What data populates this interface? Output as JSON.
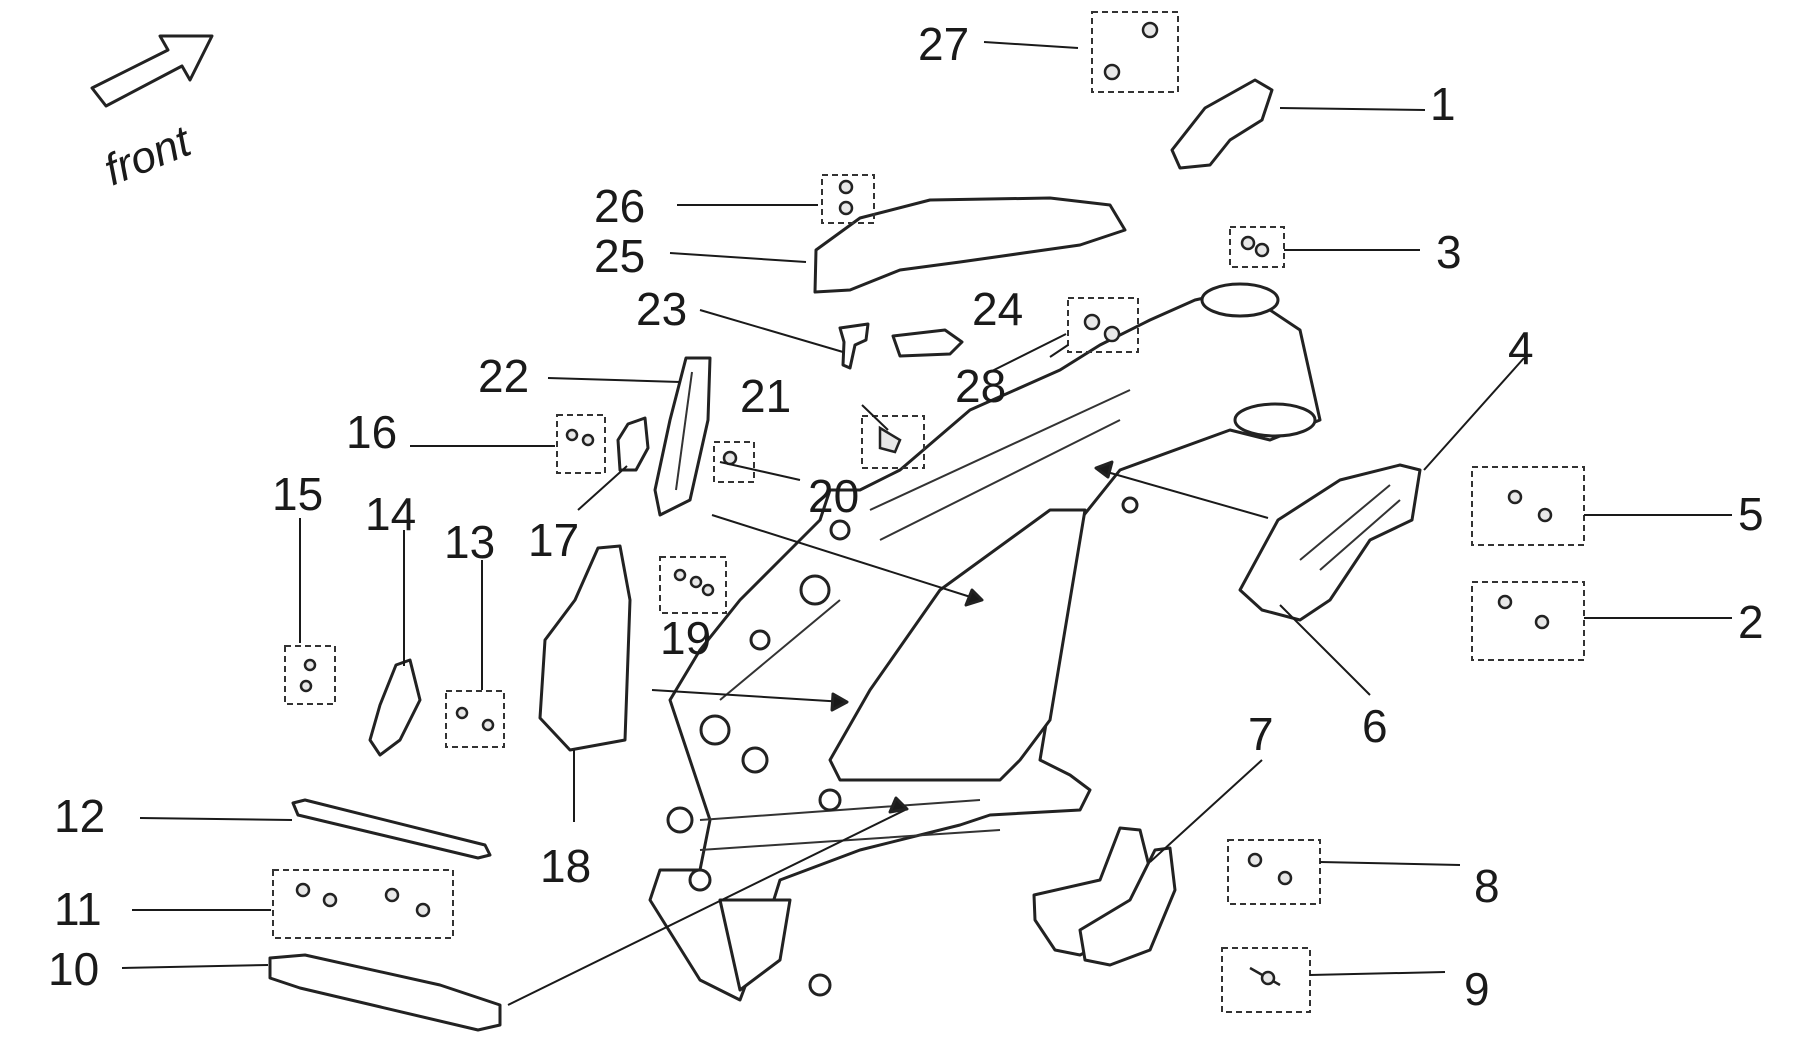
{
  "diagram": {
    "direction_label": "front",
    "callouts": {
      "c1": "1",
      "c2": "2",
      "c3": "3",
      "c4": "4",
      "c5": "5",
      "c6": "6",
      "c7": "7",
      "c8": "8",
      "c9": "9",
      "c10": "10",
      "c11": "11",
      "c12": "12",
      "c13": "13",
      "c14": "14",
      "c15": "15",
      "c16": "16",
      "c17": "17",
      "c18": "18",
      "c19": "19",
      "c20": "20",
      "c21": "21",
      "c22": "22",
      "c23": "23",
      "c24": "24",
      "c25": "25",
      "c26": "26",
      "c27": "27",
      "c28": "28"
    }
  }
}
